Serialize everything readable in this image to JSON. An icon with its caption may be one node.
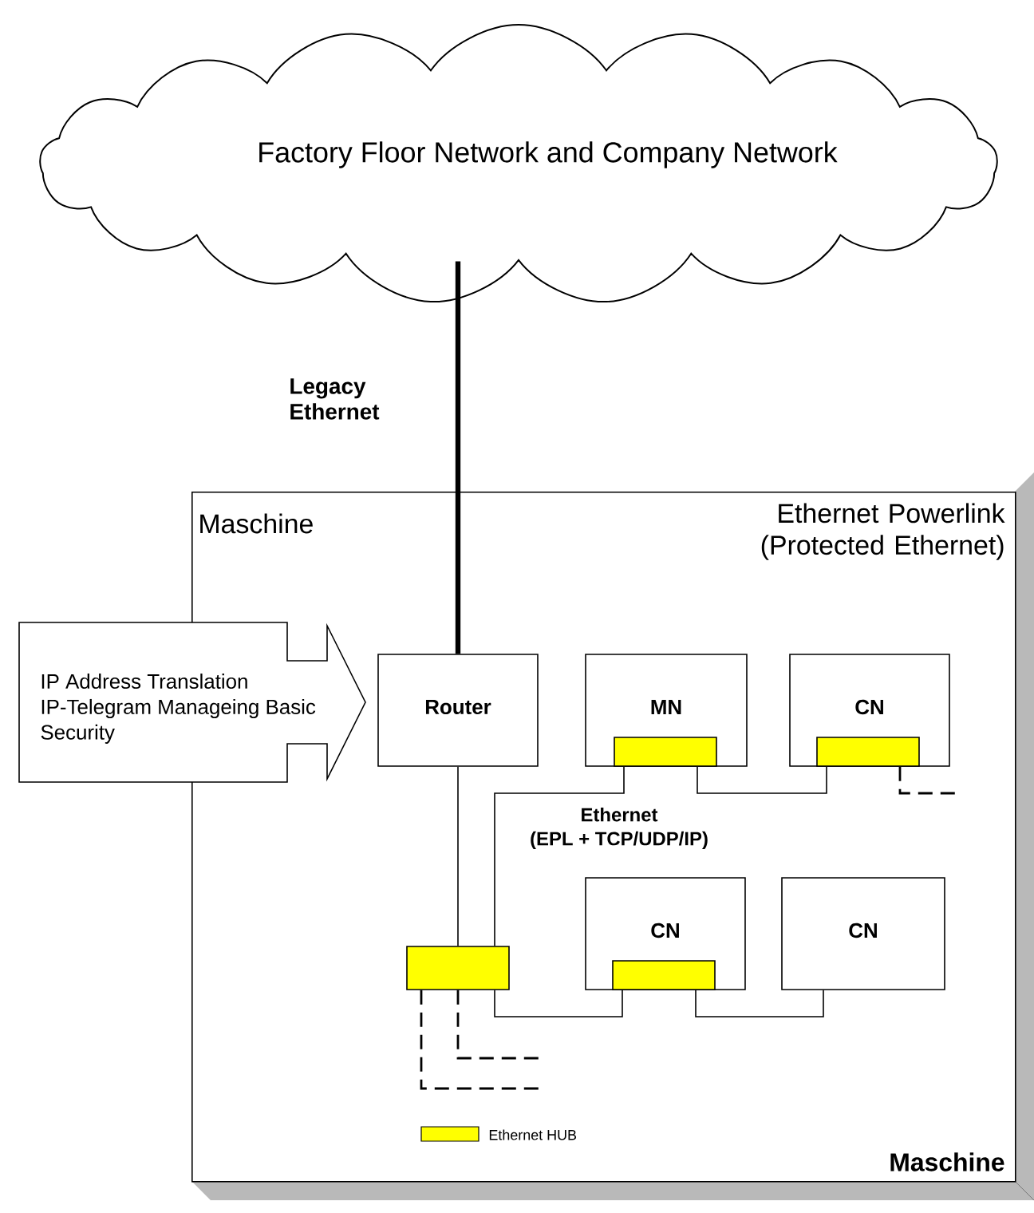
{
  "diagram": {
    "nodes": [
      {
        "text": [
          "Factory Floor Network and Company Network"
        ]
      },
      {
        "text": [
          "Maschine",
          "Ethernet Powerlink (Protected Ethernet)",
          "Maschine"
        ]
      },
      {
        "text": [
          "IP Address Translation IP-Telegram Manageing Basic Security"
        ]
      },
      {
        "text": [
          "Router"
        ],
        "in": 1
      },
      {
        "text": [
          "MN"
        ],
        "in": 1
      },
      {
        "text": [],
        "shape": "bar",
        "in": 4
      },
      {
        "text": [
          "CN"
        ],
        "in": 1
      },
      {
        "text": [],
        "shape": "bar",
        "in": 6
      },
      {
        "text": [],
        "shape": "bar",
        "in": 1
      },
      {
        "text": [
          "CN"
        ],
        "in": 1
      },
      {
        "text": [],
        "shape": "bar",
        "in": 9
      },
      {
        "text": [
          "CN"
        ],
        "in": 1
      }
    ],
    "edges": [
      {
        "from": 0,
        "to": 3,
        "arrow": "none",
        "label": "Legacy Ethernet",
        "style": "thick"
      },
      {
        "from": 3,
        "to": 8,
        "arrow": "none"
      },
      {
        "from": 8,
        "to": 5,
        "arrow": "none"
      },
      {
        "from": 5,
        "to": 7,
        "arrow": "none"
      },
      {
        "from": 8,
        "to": 10,
        "arrow": "none"
      },
      {
        "from": 10,
        "to": 11,
        "arrow": "none"
      },
      {
        "from": 7,
        "to": null,
        "arrow": "none",
        "style": "dashed"
      },
      {
        "from": 8,
        "to": null,
        "arrow": "none",
        "style": "dashed"
      },
      {
        "from": 8,
        "to": null,
        "arrow": "none",
        "style": "dashed"
      }
    ],
    "labels": [
      "Ethernet (EPL + TCP/UDP/IP)"
    ],
    "legend": [
      {
        "text": "Ethernet HUB",
        "color": "#ffff00"
      }
    ]
  }
}
